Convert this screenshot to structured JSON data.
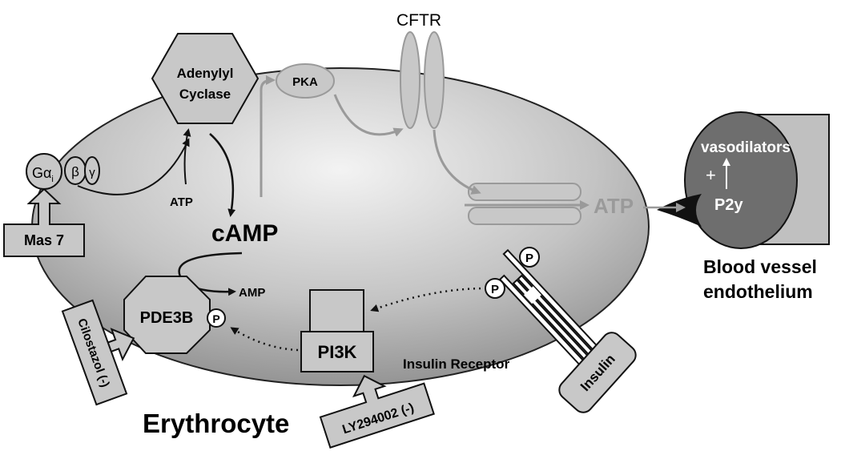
{
  "labels": {
    "cftr": "CFTR",
    "adenylyl_line1": "Adenylyl",
    "adenylyl_line2": "Cyclase",
    "pka": "PKA",
    "g_alpha": "Gα",
    "g_alpha_sub": "i",
    "g_beta": "β",
    "g_gamma": "γ",
    "atp_small": "ATP",
    "camp": "cAMP",
    "amp": "AMP",
    "mas7": "Mas 7",
    "pde3b": "PDE3B",
    "phospho": "P",
    "pi3k": "PI3K",
    "cilostazol": "Cilostazol (-)",
    "ly": "LY294002 (-)",
    "insulin_receptor": "Insulin Receptor",
    "insulin": "Insulin",
    "erythrocyte": "Erythrocyte",
    "atp_large": "ATP",
    "vasodilators": "vasodilators",
    "plus": "+",
    "p2y": "P2y",
    "blood_line1": "Blood vessel",
    "blood_line2": "endothelium"
  },
  "colors": {
    "outline": "#111111",
    "node_fill": "#c8c8c8",
    "gray_path": "#9a9a9a",
    "cell_light": "#f2f2f2",
    "cell_dark": "#8a8a8a",
    "endothelium_block": "#c0c0c0",
    "endothelium_circle": "#6e6e6e",
    "receptor_dark": "#111111"
  }
}
